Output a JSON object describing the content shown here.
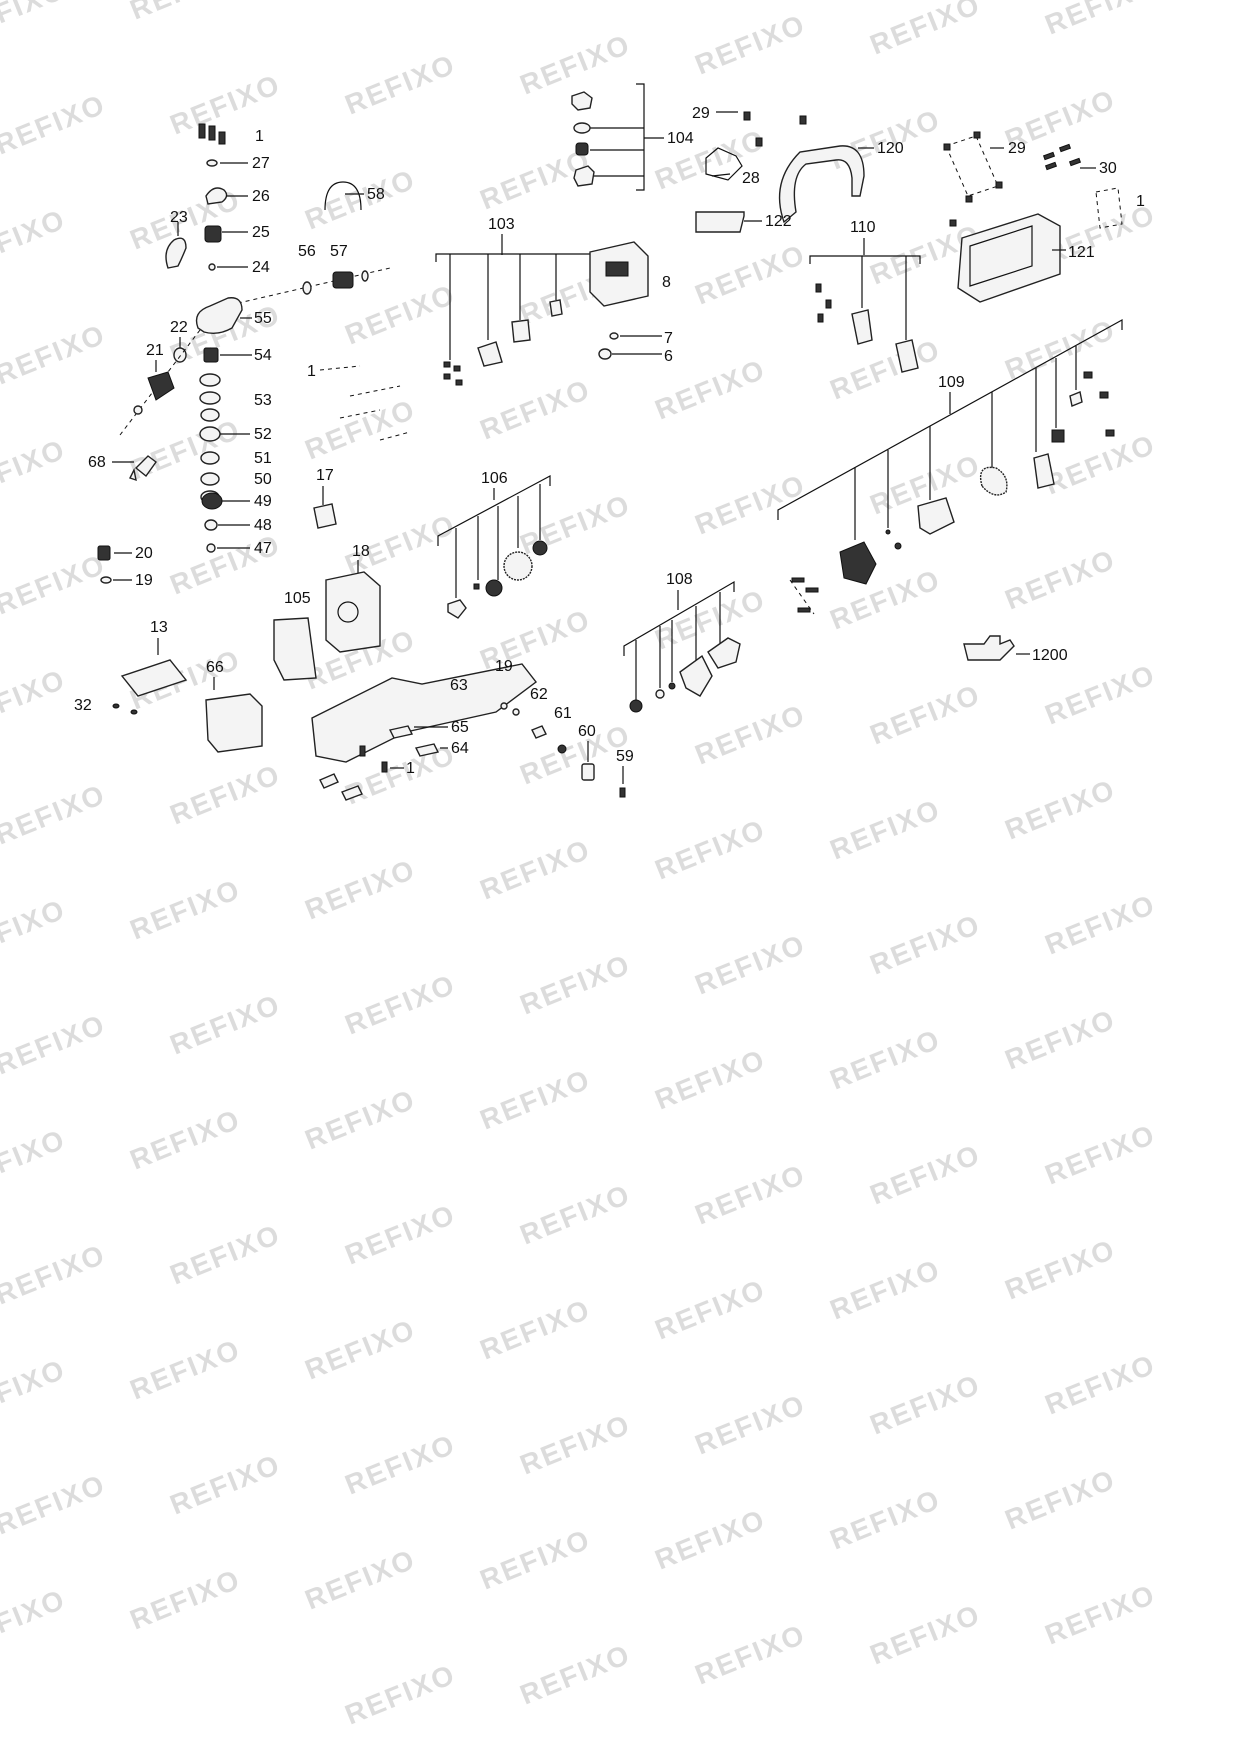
{
  "watermark": "REFIXO",
  "labels": {
    "l1a": "1",
    "l27": "27",
    "l26": "26",
    "l25": "25",
    "l24": "24",
    "l23": "23",
    "l58": "58",
    "l56": "56",
    "l57": "57",
    "l55": "55",
    "l22": "22",
    "l21": "21",
    "l54": "54",
    "l53": "53",
    "l52": "52",
    "l51": "51",
    "l50": "50",
    "l49": "49",
    "l48": "48",
    "l47": "47",
    "l68": "68",
    "l20": "20",
    "l19a": "19",
    "l17": "17",
    "l18": "18",
    "l105": "105",
    "l13": "13",
    "l66": "66",
    "l32": "32",
    "l63": "63",
    "l65": "65",
    "l64": "64",
    "l1b": "1",
    "l19b": "19",
    "l62": "62",
    "l61": "61",
    "l60": "60",
    "l59": "59",
    "l1c": "1",
    "l103": "103",
    "l104": "104",
    "l8": "8",
    "l7": "7",
    "l6": "6",
    "l106": "106",
    "l108": "108",
    "l29a": "29",
    "l28": "28",
    "l120": "120",
    "l122": "122",
    "l110": "110",
    "l29b": "29",
    "l30": "30",
    "l1d": "1",
    "l121": "121",
    "l109": "109",
    "l1200": "1200"
  }
}
